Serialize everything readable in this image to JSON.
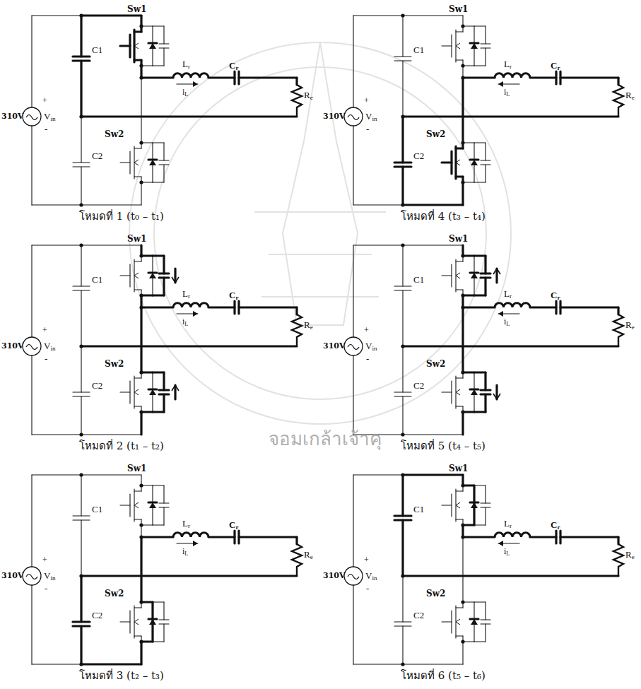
{
  "diagram": {
    "labels": [
      "Sw1",
      "C1",
      "310V",
      "Vin",
      "+",
      "-",
      "Lr",
      "iL",
      "Cr",
      "Re",
      "C2",
      "Sw2",
      "โหมดที่ 1 (t₀ – t₁)",
      "Sw1",
      "C1",
      "310V",
      "Vin",
      "+",
      "-",
      "Lr",
      "iL",
      "Cr",
      "Re",
      "C2",
      "Sw2",
      "โหมดที่ 4 (t₃ – t₄)",
      "Sw1",
      "C1",
      "310V",
      "Vin",
      "+",
      "-",
      "Lr",
      "iL",
      "Cr",
      "Re",
      "C2",
      "Sw2",
      "โหมดที่ 2 (t₁ – t₂)",
      "Sw1",
      "C1",
      "310V",
      "Vin",
      "+",
      "-",
      "Lr",
      "iL",
      "Cr",
      "Re",
      "C2",
      "Sw2",
      "โหมดที่ 5 (t₄ – t₅)",
      "Sw1",
      "C1",
      "310V",
      "Vin",
      "+",
      "-",
      "Lr",
      "iL",
      "Cr",
      "Re",
      "C2",
      "Sw2",
      "โหมดที่ 3 (t₂ – t₃)",
      "Sw1",
      "C1",
      "310V",
      "Vin",
      "+",
      "-",
      "Lr",
      "iL",
      "Cr",
      "Re",
      "C2",
      "Sw2",
      "โหมดที่ 6 (t₅ – t₆)",
      "จอมเกล้าเจ้าคุ"
    ]
  }
}
